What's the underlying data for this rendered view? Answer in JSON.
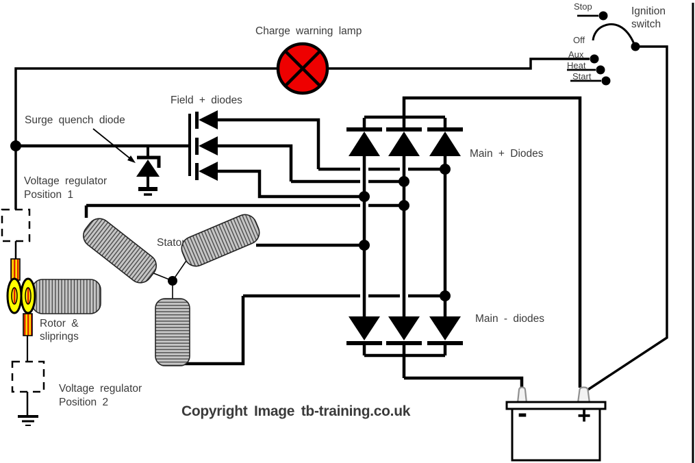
{
  "diagram": {
    "title_labels": {
      "charge_warning_lamp": "Charge warning lamp",
      "field_diodes": "Field + diodes",
      "surge_quench_diode": "Surge quench diode",
      "voltage_regulator_1_line1": "Voltage regulator",
      "voltage_regulator_1_line2": "Position 1",
      "stator": "Stator",
      "main_plus_diodes": "Main + Diodes",
      "main_minus_diodes": "Main - diodes",
      "rotor_line1": "Rotor &",
      "rotor_line2": "sliprings",
      "voltage_regulator_2_line1": "Voltage regulator",
      "voltage_regulator_2_line2": "Position 2"
    },
    "ignition_switch": {
      "name_line1": "Ignition",
      "name_line2": "switch",
      "positions": {
        "stop": "Stop",
        "off": "Off",
        "aux": "Aux",
        "heat": "Heat",
        "start": "Start"
      }
    },
    "battery": {
      "minus": "-",
      "plus": "+"
    },
    "copyright": "Copyright Image tb-training.co.uk",
    "colors": {
      "wire": "#000000",
      "lamp_fill": "#EE0000",
      "copyright_text": "#FF0000",
      "slipring_fill": "#FFFF00",
      "brush_red": "#DD2200",
      "brush_yellow": "#FFE000",
      "coil_fill": "#C6C6C6",
      "coil_winding_line": "#3F3F3F",
      "label_text": "#3A3A3A"
    }
  }
}
